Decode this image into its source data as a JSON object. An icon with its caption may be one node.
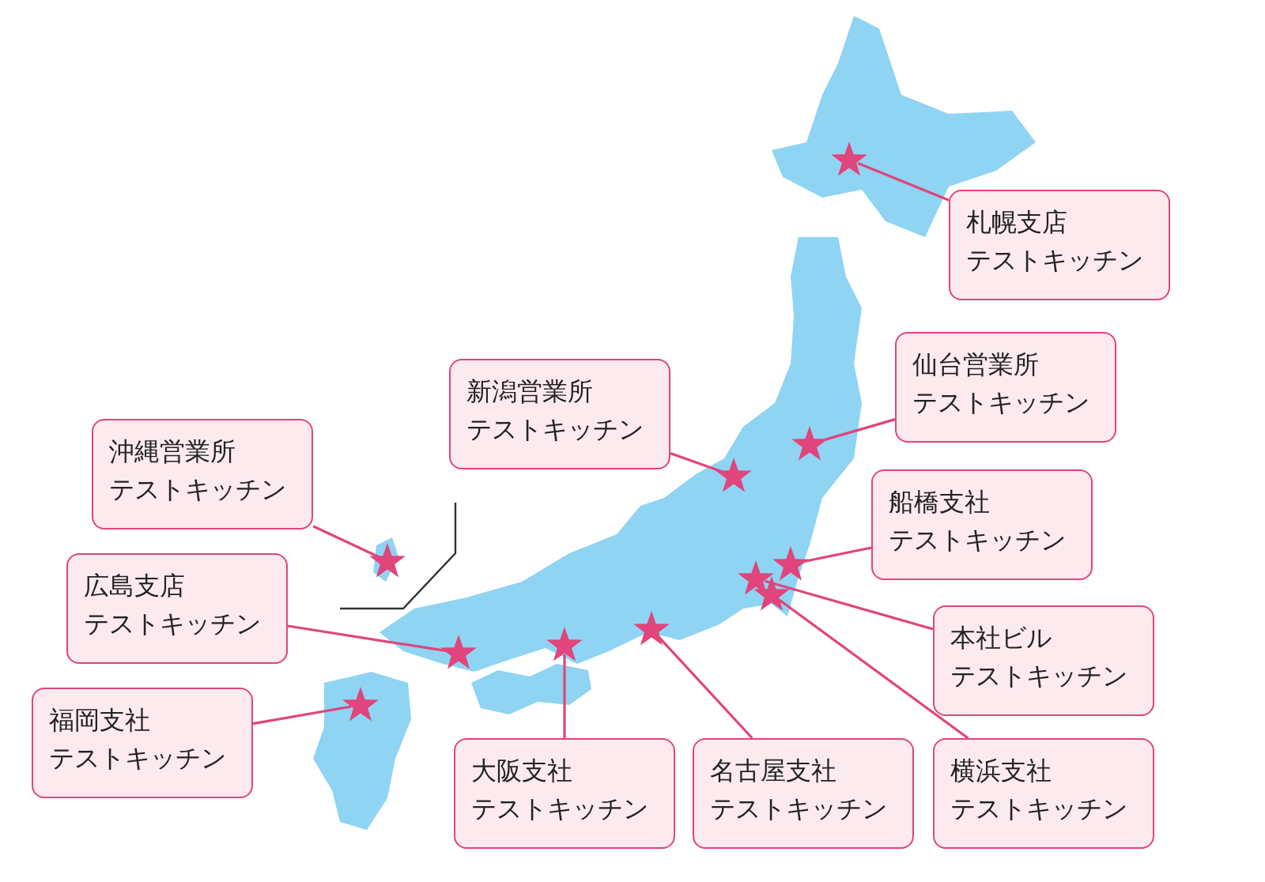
{
  "diagram": {
    "nodes": [
      {
        "text": [
          "札幌支店",
          "テストキッチン"
        ]
      },
      {
        "text": [
          "仙台営業所",
          "テストキッチン"
        ]
      },
      {
        "text": [
          "新潟営業所",
          "テストキッチン"
        ]
      },
      {
        "text": [
          "沖縄営業所",
          "テストキッチン"
        ]
      },
      {
        "text": [
          "船橋支社",
          "テストキッチン"
        ]
      },
      {
        "text": [
          "広島支店",
          "テストキッチン"
        ]
      },
      {
        "text": [
          "本社ビル",
          "テストキッチン"
        ]
      },
      {
        "text": [
          "福岡支社",
          "テストキッチン"
        ]
      },
      {
        "text": [
          "大阪支社",
          "テストキッチン"
        ]
      },
      {
        "text": [
          "名古屋支社",
          "テストキッチン"
        ]
      },
      {
        "text": [
          "横浜支社",
          "テストキッチン"
        ]
      },
      {
        "text": [],
        "shape": "star"
      },
      {
        "text": [],
        "shape": "star"
      },
      {
        "text": [],
        "shape": "star"
      },
      {
        "text": [],
        "shape": "star"
      },
      {
        "text": [],
        "shape": "star"
      },
      {
        "text": [],
        "shape": "star"
      },
      {
        "text": [],
        "shape": "star"
      },
      {
        "text": [],
        "shape": "star"
      },
      {
        "text": [],
        "shape": "star"
      },
      {
        "text": [],
        "shape": "star"
      },
      {
        "text": [],
        "shape": "star"
      }
    ],
    "edges": [
      {
        "from": 0,
        "to": 21,
        "arrow": "none"
      },
      {
        "from": 1,
        "to": 20,
        "arrow": "none"
      },
      {
        "from": 2,
        "to": 16,
        "arrow": "none"
      },
      {
        "from": 3,
        "to": 12,
        "arrow": "none"
      },
      {
        "from": 4,
        "to": 19,
        "arrow": "none"
      },
      {
        "from": 5,
        "to": 13,
        "arrow": "none"
      },
      {
        "from": 6,
        "to": 17,
        "arrow": "none"
      },
      {
        "from": 7,
        "to": 11,
        "arrow": "none"
      },
      {
        "from": 8,
        "to": 14,
        "arrow": "none"
      },
      {
        "from": 9,
        "to": 15,
        "arrow": "none"
      },
      {
        "from": 10,
        "to": 18,
        "arrow": "none"
      }
    ]
  }
}
